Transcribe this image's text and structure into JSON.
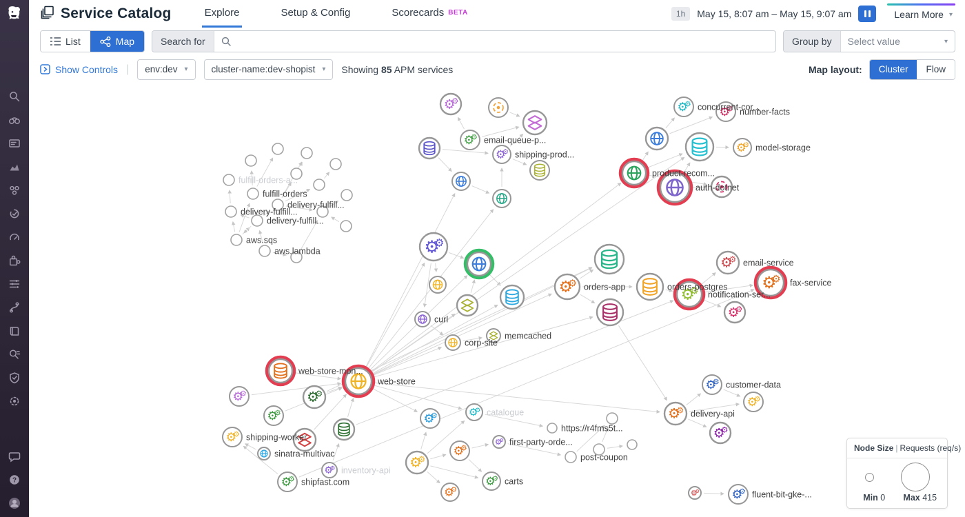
{
  "ui": {
    "caret": "▾",
    "divider": "|"
  },
  "sidebar": {
    "top_icons": [
      "search",
      "watchdog",
      "dashboards",
      "metrics",
      "infrastructure",
      "apm",
      "monitors",
      "integrations",
      "logs",
      "ci",
      "notebooks",
      "log-explorer",
      "security",
      "settings"
    ],
    "bottom_icons": [
      "support",
      "help",
      "avatar"
    ]
  },
  "header": {
    "title": "Service Catalog",
    "tabs": [
      {
        "label": "Explore",
        "active": true
      },
      {
        "label": "Setup & Config",
        "active": false
      },
      {
        "label": "Scorecards",
        "active": false,
        "badge": "BETA"
      }
    ],
    "time_preset": "1h",
    "time_range": "May 15, 8:07 am – May 15, 9:07 am",
    "learn_more": "Learn More"
  },
  "toolbar": {
    "list_label": "List",
    "map_label": "Map",
    "search_label": "Search for",
    "group_by_label": "Group by",
    "group_by_value": "Select value"
  },
  "controls": {
    "show_controls": "Show Controls",
    "filters": [
      "env:dev",
      "cluster-name:dev-shopist"
    ],
    "showing_prefix": "Showing",
    "showing_count": "85",
    "showing_suffix": "APM services",
    "map_layout_label": "Map layout:",
    "layout_cluster": "Cluster",
    "layout_flow": "Flow"
  },
  "legend": {
    "title_bold": "Node Size",
    "title_sep": "|",
    "title_rest": "Requests (req/s)",
    "min_label": "Min",
    "min_value": "0",
    "max_label": "Max",
    "max_value": "415"
  },
  "graph": {
    "node_border": "#979797",
    "plain_border": "#a3a3a3",
    "edge_color": "#d8d8d8",
    "arrow_color": "#c6c6c6",
    "label_color": "#3f3f3f",
    "faded_label_color": "#c9ccd1",
    "ring_colors": {
      "red": "#e23d50",
      "green": "#36bd68"
    },
    "nodes": [
      [
        654,
        151,
        15,
        "gears",
        "#b66ad6",
        "",
        "",
        ""
      ],
      [
        723,
        156,
        14,
        "aws",
        "#f2a33a",
        "",
        "",
        ""
      ],
      [
        776,
        178,
        17,
        "layers",
        "#c36ad5",
        "",
        "",
        ""
      ],
      [
        623,
        215,
        15,
        "db",
        "#5c55c9",
        "",
        "",
        ""
      ],
      [
        682,
        203,
        14,
        "gears",
        "#3f9c42",
        "",
        "email-queue-p...",
        "d"
      ],
      [
        728,
        224,
        13,
        "gears",
        "#8a63d2",
        "",
        "shipping-prod...",
        "d"
      ],
      [
        783,
        247,
        14,
        "db",
        "#aab234",
        "",
        "",
        ""
      ],
      [
        669,
        263,
        13,
        "globe",
        "#3c7ddb",
        "",
        "",
        ""
      ],
      [
        728,
        288,
        13,
        "globe",
        "#2aa889",
        "",
        "",
        ""
      ],
      [
        992,
        155,
        14,
        "gears",
        "#1fb8c4",
        "",
        "concurrent-cor...",
        "d"
      ],
      [
        1053,
        162,
        14,
        "gears",
        "#c92f63",
        "",
        "number-facts",
        "d"
      ],
      [
        953,
        201,
        16,
        "globe",
        "#3c7ddb",
        "",
        "",
        ""
      ],
      [
        1015,
        213,
        20,
        "db",
        "#26c0d0",
        "",
        "",
        ""
      ],
      [
        1077,
        214,
        13,
        "gears",
        "#f0a52a",
        "",
        "model-storage",
        "d"
      ],
      [
        920,
        251,
        17,
        "globe",
        "#2aa35c",
        "red",
        "product-recom...",
        "d"
      ],
      [
        979,
        272,
        21,
        "globe",
        "#7e66cc",
        "red",
        "auth-dotnet",
        "d"
      ],
      [
        1047,
        271,
        15,
        "aws",
        "#d6336c",
        "",
        "",
        ""
      ],
      [
        403,
        216,
        8,
        "plain",
        "",
        "",
        "",
        ""
      ],
      [
        364,
        233,
        8,
        "plain",
        "",
        "",
        "",
        ""
      ],
      [
        445,
        222,
        8,
        "plain",
        "",
        "",
        "",
        ""
      ],
      [
        487,
        238,
        8,
        "plain",
        "",
        "",
        "",
        ""
      ],
      [
        332,
        261,
        8,
        "plain",
        "",
        "",
        "fulfill-orders-a...",
        "f"
      ],
      [
        430,
        252,
        8,
        "plain",
        "",
        "",
        "",
        ""
      ],
      [
        463,
        268,
        8,
        "plain",
        "",
        "",
        "",
        ""
      ],
      [
        503,
        283,
        8,
        "plain",
        "",
        "",
        "",
        ""
      ],
      [
        367,
        281,
        8,
        "plain",
        "",
        "",
        "fulfill-orders",
        "d"
      ],
      [
        403,
        297,
        8,
        "plain",
        "",
        "",
        "delivery-fulfill...",
        "d"
      ],
      [
        335,
        307,
        8,
        "plain",
        "",
        "",
        "delivery-fulfill...",
        "d"
      ],
      [
        373,
        320,
        8,
        "plain",
        "",
        "",
        "delivery-fulfill...",
        "d"
      ],
      [
        468,
        307,
        8,
        "plain",
        "",
        "",
        "",
        ""
      ],
      [
        502,
        328,
        8,
        "plain",
        "",
        "",
        "",
        ""
      ],
      [
        343,
        348,
        8,
        "plain",
        "",
        "",
        "aws.sqs",
        "d"
      ],
      [
        384,
        364,
        8,
        "plain",
        "",
        "",
        "aws.lambda",
        "d"
      ],
      [
        430,
        373,
        8,
        "plain",
        "",
        "",
        "",
        ""
      ],
      [
        629,
        358,
        20,
        "gears",
        "#6258d5",
        "",
        "",
        ""
      ],
      [
        695,
        383,
        17,
        "globe",
        "#3c7ddb",
        "green",
        "",
        ""
      ],
      [
        635,
        413,
        12,
        "globe",
        "#f0b429",
        "",
        "",
        ""
      ],
      [
        743,
        431,
        17,
        "db",
        "#2ba8e0",
        "",
        "",
        ""
      ],
      [
        678,
        443,
        15,
        "layers",
        "#aab234",
        "",
        "",
        ""
      ],
      [
        613,
        463,
        11,
        "globe",
        "#8a63d2",
        "",
        "curl",
        "d"
      ],
      [
        657,
        497,
        11,
        "globe",
        "#f0b429",
        "",
        "corp-site",
        "d"
      ],
      [
        716,
        487,
        10,
        "layers",
        "#aab234",
        "",
        "memcached",
        "d"
      ],
      [
        884,
        376,
        21,
        "db",
        "#2bb58b",
        "",
        "",
        ""
      ],
      [
        823,
        416,
        18,
        "gears",
        "#e2711d",
        "",
        "orders-app",
        "d"
      ],
      [
        943,
        416,
        19,
        "db",
        "#f0a52a",
        "",
        "orders-postgres",
        "d"
      ],
      [
        885,
        453,
        19,
        "db",
        "#a83268",
        "",
        "",
        ""
      ],
      [
        1000,
        427,
        18,
        "gears",
        "#8fbc2e",
        "red",
        "notification-ser...",
        "d"
      ],
      [
        1056,
        381,
        16,
        "gears",
        "#cc4b50",
        "",
        "email-service",
        "d"
      ],
      [
        1118,
        410,
        19,
        "gears",
        "#e2711d",
        "red",
        "fax-service",
        "d"
      ],
      [
        1066,
        453,
        15,
        "gears",
        "#d6336c",
        "",
        "",
        ""
      ],
      [
        407,
        538,
        17,
        "db",
        "#e2711d",
        "red",
        "web-store-mon...",
        "d"
      ],
      [
        520,
        553,
        19,
        "globe",
        "#f0b429",
        "red",
        "web-store",
        "d"
      ],
      [
        347,
        575,
        14,
        "gears",
        "#b66ad6",
        "",
        "",
        ""
      ],
      [
        456,
        576,
        16,
        "gears",
        "#2e7031",
        "",
        "",
        ""
      ],
      [
        397,
        603,
        14,
        "gears",
        "#3f9c42",
        "",
        "",
        ""
      ],
      [
        337,
        634,
        14,
        "gears",
        "#f0b429",
        "",
        "shipping-worker",
        "d"
      ],
      [
        442,
        638,
        16,
        "layers",
        "#d34243",
        "",
        "",
        ""
      ],
      [
        383,
        658,
        9,
        "globe",
        "#39a9e0",
        "",
        "sinatra-multivac",
        "d"
      ],
      [
        417,
        699,
        14,
        "gears",
        "#3f9c42",
        "",
        "shipfast.com",
        "d"
      ],
      [
        478,
        682,
        11,
        "gears",
        "#7d4fd0",
        "",
        "inventory-api",
        "f"
      ],
      [
        499,
        623,
        15,
        "db",
        "#2e7031",
        "",
        "",
        ""
      ],
      [
        624,
        607,
        14,
        "gears",
        "#2196d9",
        "",
        "",
        ""
      ],
      [
        688,
        598,
        12,
        "gears",
        "#1fb8c4",
        "",
        "catalogue",
        "f"
      ],
      [
        605,
        671,
        16,
        "gears",
        "#f0b429",
        "",
        "",
        ""
      ],
      [
        667,
        654,
        14,
        "gears",
        "#e2711d",
        "",
        "",
        ""
      ],
      [
        724,
        641,
        9,
        "gears",
        "#7d4fd0",
        "",
        "first-party-orde...",
        "d"
      ],
      [
        713,
        698,
        13,
        "gears",
        "#3f9c42",
        "",
        "carts",
        "d"
      ],
      [
        653,
        714,
        13,
        "gears",
        "#e2711d",
        "",
        "",
        ""
      ],
      [
        801,
        621,
        7,
        "plain",
        "",
        "",
        "https://r4fms5t...",
        "d"
      ],
      [
        888,
        607,
        8,
        "plain",
        "",
        "",
        "",
        ""
      ],
      [
        917,
        645,
        7,
        "plain",
        "",
        "",
        "",
        ""
      ],
      [
        869,
        652,
        8,
        "plain",
        "",
        "",
        "",
        ""
      ],
      [
        828,
        663,
        8,
        "plain",
        "",
        "",
        "post-coupon",
        "d"
      ],
      [
        980,
        600,
        16,
        "gears",
        "#e2711d",
        "",
        "delivery-api",
        "d"
      ],
      [
        1033,
        558,
        14,
        "gears",
        "#2b5fc0",
        "",
        "customer-data",
        "d"
      ],
      [
        1093,
        583,
        14,
        "gears",
        "#f0b429",
        "",
        "",
        ""
      ],
      [
        1045,
        628,
        15,
        "gears",
        "#8e24aa",
        "",
        "",
        ""
      ],
      [
        1071,
        717,
        14,
        "gears",
        "#2b5fc0",
        "",
        "fluent-bit-gke-...",
        "d"
      ],
      [
        1008,
        715,
        9,
        "gears",
        "#d34243",
        "",
        "",
        ""
      ]
    ],
    "edges": [
      [
        4,
        0
      ],
      [
        4,
        2
      ],
      [
        5,
        2
      ],
      [
        5,
        6
      ],
      [
        3,
        5
      ],
      [
        7,
        8
      ],
      [
        8,
        5
      ],
      [
        1,
        2
      ],
      [
        3,
        7
      ],
      [
        11,
        9
      ],
      [
        11,
        10
      ],
      [
        12,
        13
      ],
      [
        14,
        12
      ],
      [
        14,
        11
      ],
      [
        15,
        12
      ],
      [
        15,
        16
      ],
      [
        14,
        16
      ],
      [
        43,
        42
      ],
      [
        43,
        44
      ],
      [
        43,
        45
      ],
      [
        44,
        46
      ],
      [
        46,
        47
      ],
      [
        46,
        48
      ],
      [
        46,
        49
      ],
      [
        45,
        73
      ],
      [
        34,
        35
      ],
      [
        34,
        39
      ],
      [
        35,
        37
      ],
      [
        38,
        35
      ],
      [
        39,
        40
      ],
      [
        40,
        41
      ],
      [
        34,
        36
      ],
      [
        25,
        17
      ],
      [
        25,
        18
      ],
      [
        26,
        19
      ],
      [
        26,
        22
      ],
      [
        27,
        21
      ],
      [
        28,
        27
      ],
      [
        28,
        26
      ],
      [
        31,
        27
      ],
      [
        31,
        28
      ],
      [
        32,
        28
      ],
      [
        32,
        33
      ],
      [
        26,
        23
      ],
      [
        23,
        20
      ],
      [
        29,
        24
      ],
      [
        26,
        29
      ],
      [
        22,
        19
      ],
      [
        31,
        25
      ],
      [
        30,
        29
      ],
      [
        28,
        31
      ],
      [
        33,
        29
      ],
      [
        52,
        51
      ],
      [
        53,
        51
      ],
      [
        54,
        51
      ],
      [
        50,
        51
      ],
      [
        56,
        51
      ],
      [
        60,
        51
      ],
      [
        57,
        55
      ],
      [
        58,
        55
      ],
      [
        59,
        60
      ],
      [
        51,
        7
      ],
      [
        51,
        8
      ],
      [
        51,
        12
      ],
      [
        51,
        34
      ],
      [
        51,
        35
      ],
      [
        51,
        37
      ],
      [
        51,
        42
      ],
      [
        51,
        43
      ],
      [
        51,
        45
      ],
      [
        51,
        62
      ],
      [
        51,
        73
      ],
      [
        51,
        40
      ],
      [
        51,
        38
      ],
      [
        51,
        61
      ],
      [
        51,
        14
      ],
      [
        63,
        61
      ],
      [
        63,
        62
      ],
      [
        64,
        65
      ],
      [
        63,
        66
      ],
      [
        64,
        66
      ],
      [
        62,
        68
      ],
      [
        65,
        72
      ],
      [
        72,
        69
      ],
      [
        71,
        69
      ],
      [
        71,
        70
      ],
      [
        63,
        67
      ],
      [
        63,
        64
      ],
      [
        73,
        74
      ],
      [
        73,
        76
      ],
      [
        74,
        75
      ],
      [
        73,
        75
      ],
      [
        78,
        77
      ],
      [
        53,
        42
      ],
      [
        58,
        48
      ],
      [
        60,
        46
      ]
    ]
  }
}
